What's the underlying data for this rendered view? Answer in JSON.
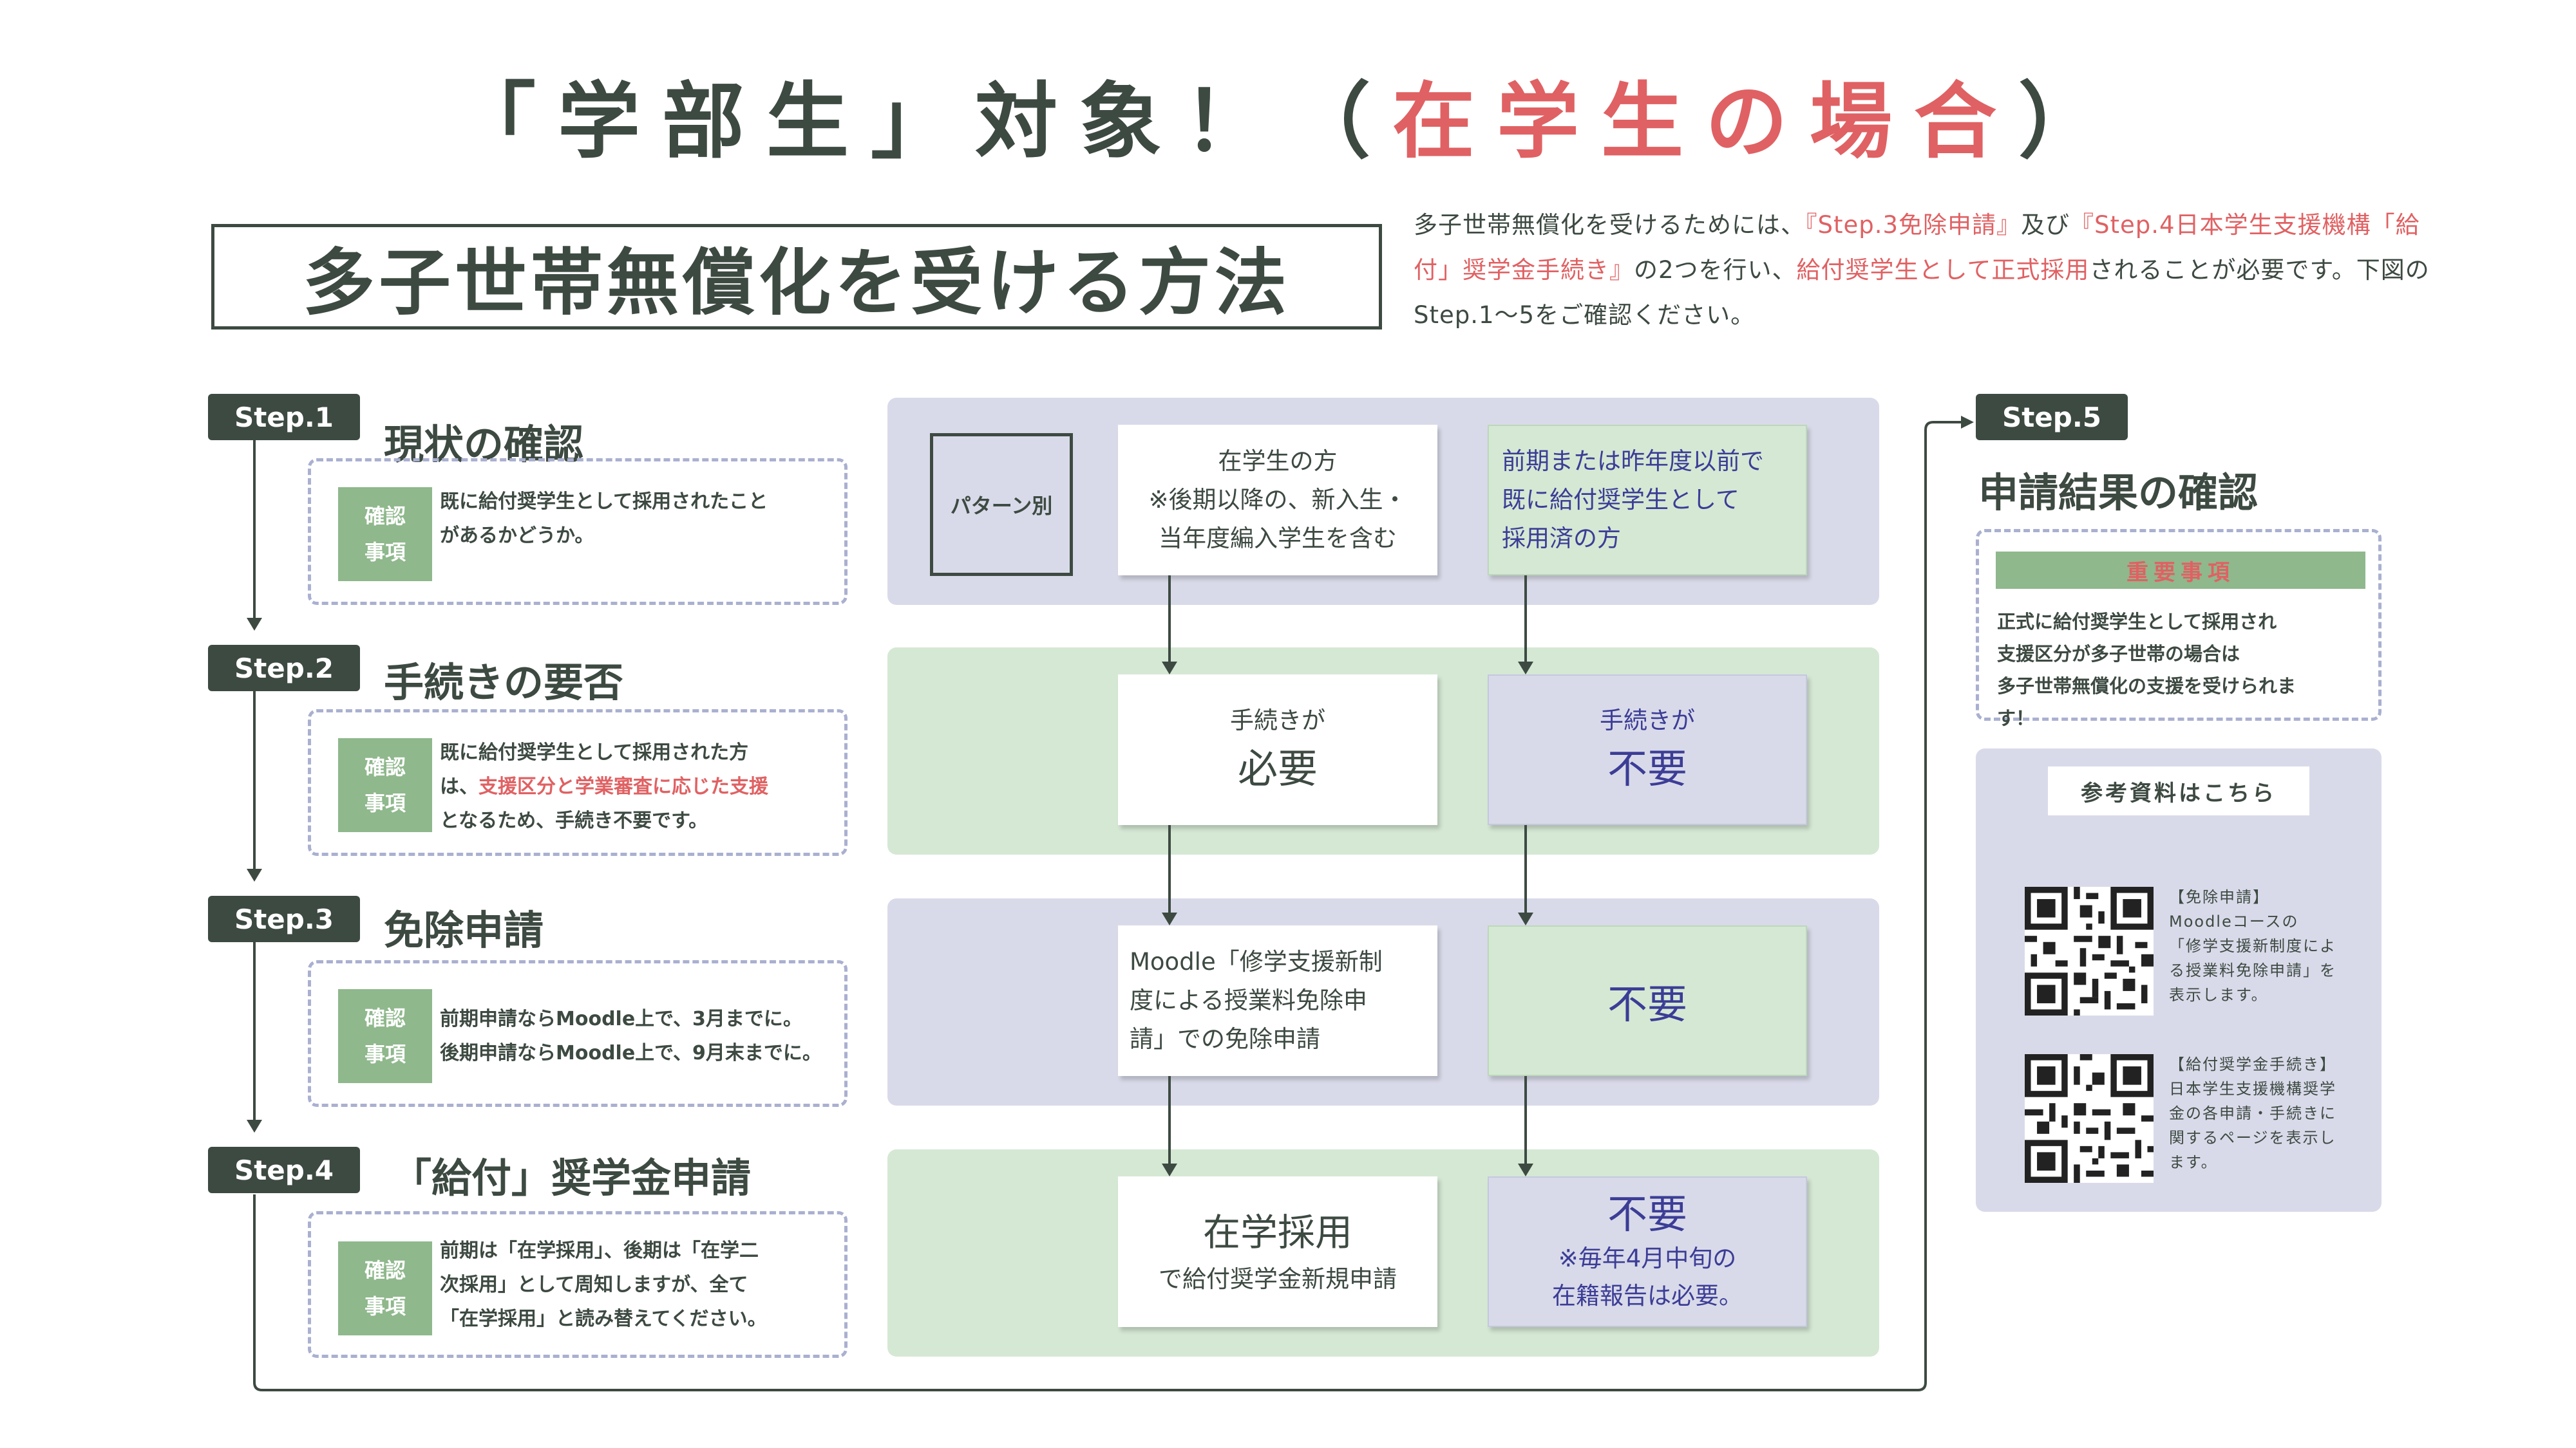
{
  "title": {
    "part1": "「学部生」対象！（",
    "part2": "在学生の場合",
    "part3": "）"
  },
  "method_title": "多子世帯無償化を受ける方法",
  "intro": {
    "s1": "多子世帯無償化を受けるためには、",
    "s2": "『Step.3免除申請』",
    "s3": "及び",
    "s4": "『Step.4日本学生支援機構「給付」奨学金手続き』",
    "s5": "の2つを行い、",
    "s6": "給付奨学生として正式採用",
    "s7": "されることが必要です。下図のStep.1～5をご確認ください。"
  },
  "steps": [
    {
      "label": "Step.1",
      "title": "現状の確認",
      "badge_line1": "確認",
      "badge_line2": "事項",
      "lines": [
        "既に給付奨学生として採用されたこと",
        "があるかどうか。"
      ]
    },
    {
      "label": "Step.2",
      "title": "手続きの要否",
      "badge_line1": "確認",
      "badge_line2": "事項",
      "line1": "既に給付奨学生として採用された方",
      "line2a": "は、",
      "line2b": "支援区分と学業審査に応じた支援",
      "line3": "となるため、手続き不要です。"
    },
    {
      "label": "Step.3",
      "title": "免除申請",
      "badge_line1": "確認",
      "badge_line2": "事項",
      "lines": [
        "前期申請ならMoodle上で、3月までに。",
        "後期申請ならMoodle上で、9月末までに。"
      ]
    },
    {
      "label": "Step.4",
      "title": "「給付」奨学金申請",
      "badge_line1": "確認",
      "badge_line2": "事項",
      "lines": [
        "前期は「在学採用」、後期は「在学二",
        "次採用」として周知しますが、全て",
        "「在学採用」と読み替えてください。"
      ]
    }
  ],
  "flow": {
    "pattern_label": "パターン別",
    "row1": {
      "left_lines": [
        "在学生の方",
        "※後期以降の、新入生・",
        "当年度編入学生を含む"
      ],
      "right_lines": [
        "前期または昨年度以前で",
        "既に給付奨学生として",
        "採用済の方"
      ]
    },
    "row2": {
      "left_small": "手続きが",
      "left_big": "必要",
      "right_small": "手続きが",
      "right_big": "不要"
    },
    "row3": {
      "left_lines": [
        "Moodle「修学支援新制",
        "度による授業料免除申",
        "請」での免除申請"
      ],
      "right_big": "不要"
    },
    "row4": {
      "left_big": "在学採用",
      "left_small": "で給付奨学金新規申請",
      "right_big": "不要",
      "right_lines": [
        "※毎年4月中旬の",
        "在籍報告は必要。"
      ]
    }
  },
  "step5": {
    "label": "Step.5",
    "title": "申請結果の確認",
    "important_label": "重要事項",
    "important_lines": [
      "正式に給付奨学生として採用され",
      "支援区分が多子世帯の場合は",
      "多子世帯無償化の支援を受けられま",
      "す！"
    ],
    "ref_title": "参考資料はこちら",
    "ref1_lines": [
      "【免除申請】",
      "Moodleコースの",
      "「修学支援新制度によ",
      "る授業料免除申請」を",
      "表示します。"
    ],
    "ref2_lines": [
      "【給付奨学金手続き】",
      "日本学生支援機構奨学",
      "金の各申請・手続きに",
      "関するページを表示し",
      "ます。"
    ]
  },
  "colors": {
    "dark": "#3d4a42",
    "red": "#e06163",
    "green": "#8fb88c",
    "lavender": "#d9dae9",
    "light_green": "#d5e8d4",
    "navy_text": "#3b3d96"
  }
}
